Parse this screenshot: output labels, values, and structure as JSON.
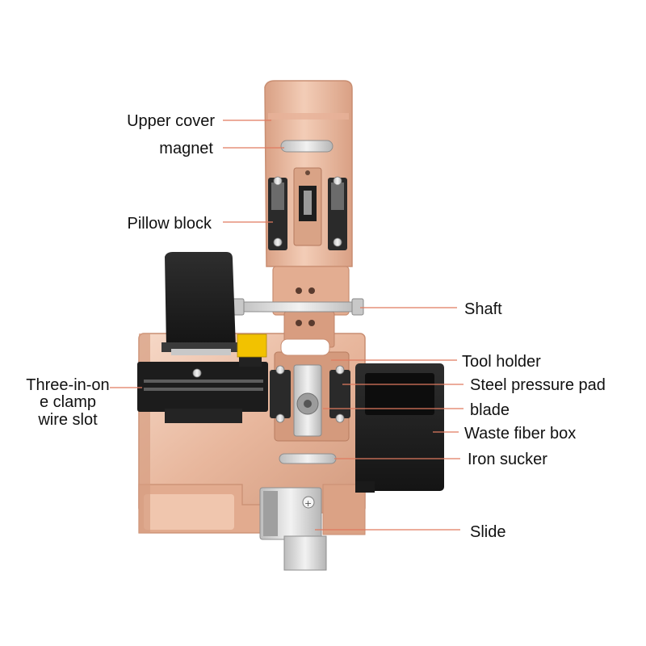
{
  "colors": {
    "body": "#e8b79d",
    "body_light": "#f4d2bf",
    "body_shadow": "#c98e72",
    "body_dark": "#a96d55",
    "black_part": "#1e1e1e",
    "steel": "#d9d9d9",
    "leader": "#e07a5f",
    "text": "#111111",
    "warning_label": "#f2c200"
  },
  "labels": {
    "upper_cover": "Upper cover",
    "magnet": "magnet",
    "pillow_block": "Pillow block",
    "shaft": "Shaft",
    "tool_holder": "Tool holder",
    "steel_pressure_pad": "Steel pressure pad",
    "blade": "blade",
    "waste_fiber_box": "Waste fiber box",
    "iron_sucker": "Iron sucker",
    "slide": "Slide",
    "clamp_line1": "Three-in-on",
    "clamp_line2": "e clamp",
    "clamp_line3": "wire slot"
  }
}
